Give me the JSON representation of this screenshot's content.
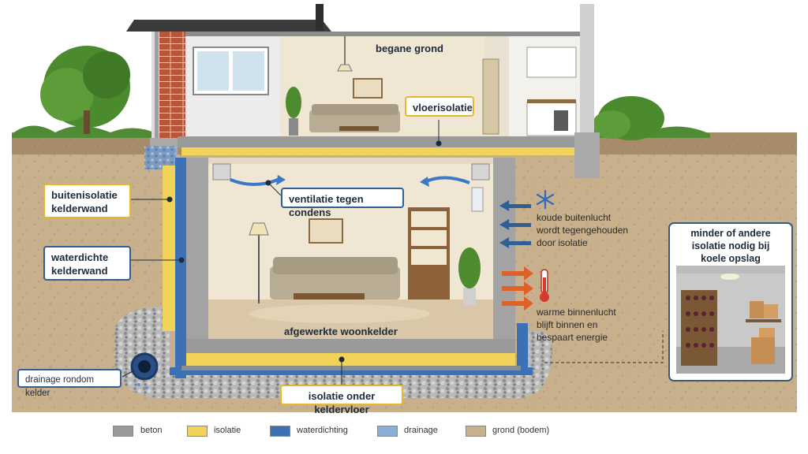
{
  "labels": {
    "ground_floor": "begane grond",
    "floor_insulation": "vloerisolatie",
    "ventilation": "ventilatie tegen condens",
    "outer_insulation": "buitenisolatie\nkelderwand",
    "waterproof_wall": "waterdichte\nkelderwand",
    "cold_outside": "koude buitenlucht\nwordt tegengehouden\ndoor isolatie",
    "warm_inside": "warme binnenlucht\nblijft binnen en\nbespaart energie",
    "finished_basement": "afgewerkte woonkelder",
    "drainage": "drainage rondom kelder",
    "floor_under_insulation": "isolatie onder keldervloer",
    "inset_title": "minder of andere\nisolatie nodig bij\nkoele opslag"
  },
  "legend": [
    {
      "label": "beton",
      "color": "#9a9a9a"
    },
    {
      "label": "isolatie",
      "color": "#f2d35a"
    },
    {
      "label": "waterdichting",
      "color": "#3c72b5"
    },
    {
      "label": "drainage",
      "color": "#8aaed6"
    },
    {
      "label": "grond (bodem)",
      "color": "#c9b08c"
    }
  ],
  "colors": {
    "soil": "#c9b08c",
    "concrete": "#9a9a9a",
    "insulation": "#f2d35a",
    "waterproofing": "#3c72b5",
    "cold_arrow": "#2f5f95",
    "warm_arrow": "#e0602a",
    "callout_yellow": "#e6b92c",
    "callout_blue": "#2f5f95"
  },
  "icons": [
    "snowflake-icon",
    "thermometer-icon",
    "drain-pipe-icon",
    "arrow-icon"
  ]
}
